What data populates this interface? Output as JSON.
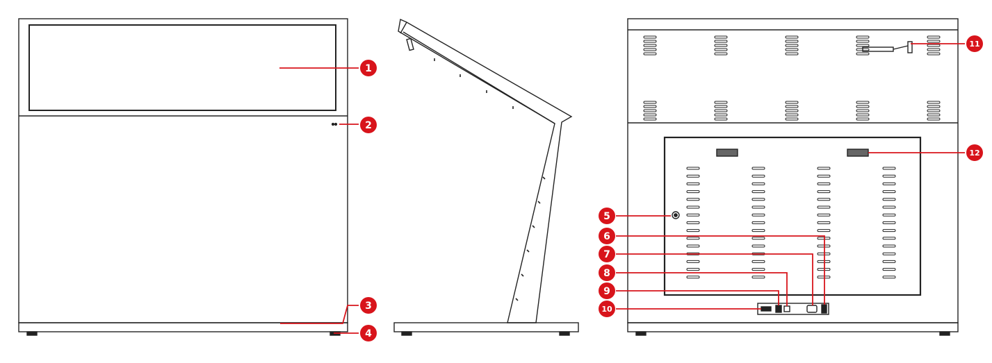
{
  "colors": {
    "outline": "#222222",
    "accent": "#d8141b",
    "callout_text": "#ffffff",
    "background": "#ffffff"
  },
  "callouts": [
    {
      "label": "1",
      "target": "display-screen"
    },
    {
      "label": "2",
      "target": "front-sensor"
    },
    {
      "label": "3",
      "target": "front-base-panel"
    },
    {
      "label": "4",
      "target": "leveling-foot"
    },
    {
      "label": "5",
      "target": "rear-round-button"
    },
    {
      "label": "6",
      "target": "power-switch"
    },
    {
      "label": "7",
      "target": "power-socket"
    },
    {
      "label": "8",
      "target": "io-port-a"
    },
    {
      "label": "9",
      "target": "io-port-b"
    },
    {
      "label": "10",
      "target": "io-port-c"
    },
    {
      "label": "11",
      "target": "rear-bracket"
    },
    {
      "label": "12",
      "target": "speaker-grille"
    }
  ]
}
